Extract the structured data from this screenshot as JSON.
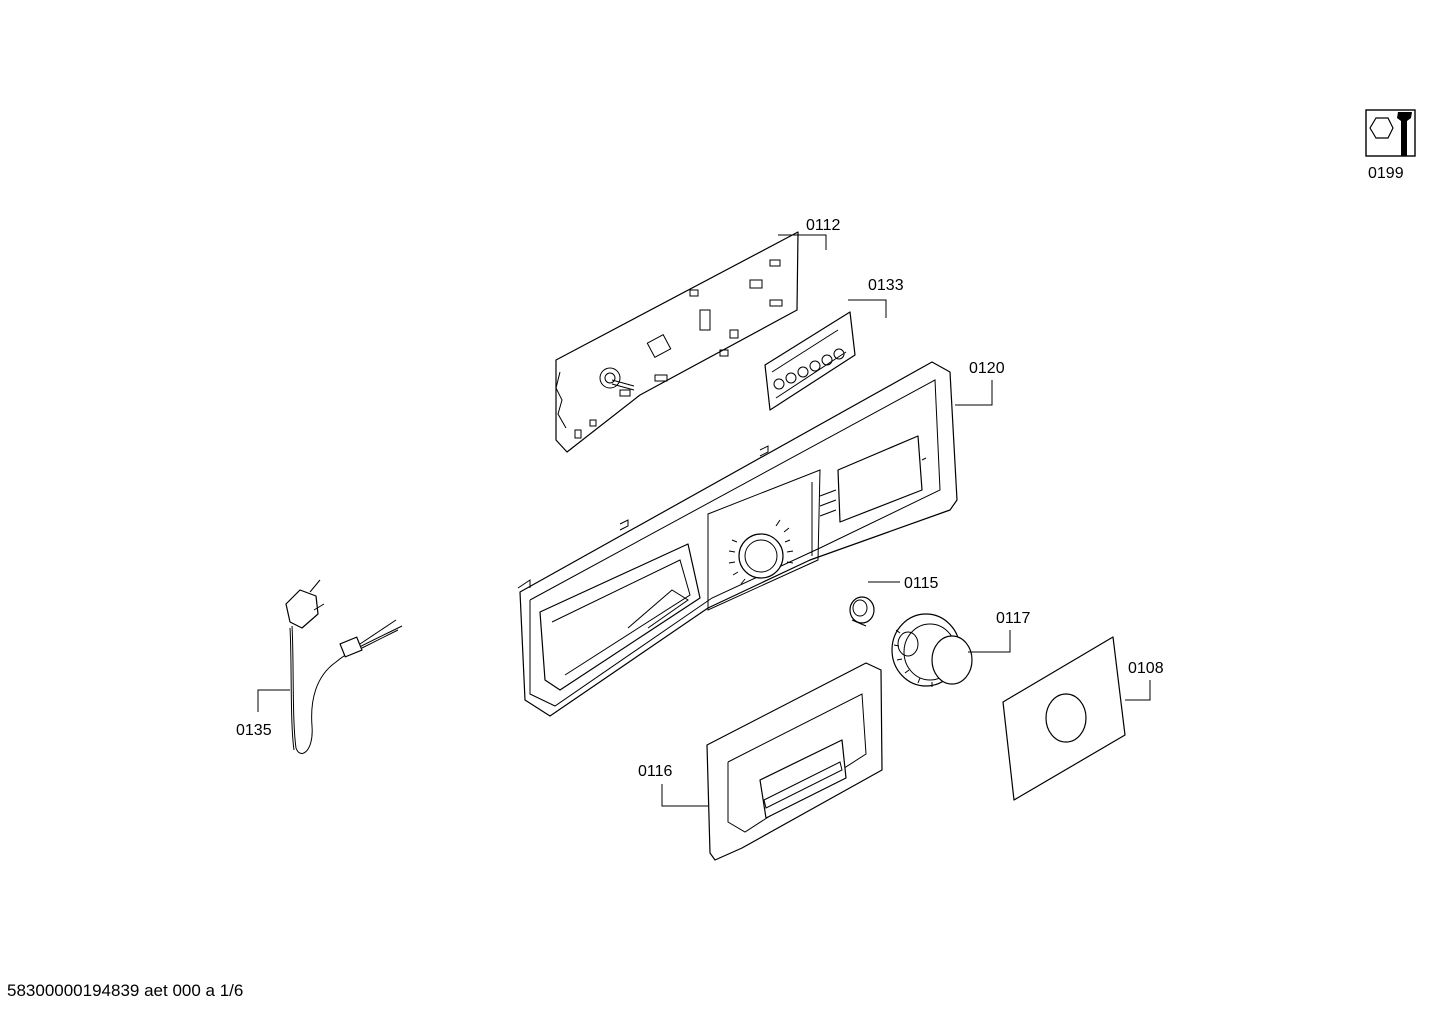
{
  "parts": {
    "p0199": {
      "label": "0199",
      "icon": "service-tool-icon"
    },
    "p0112": {
      "label": "0112"
    },
    "p0133": {
      "label": "0133"
    },
    "p0120": {
      "label": "0120"
    },
    "p0115": {
      "label": "0115"
    },
    "p0117": {
      "label": "0117"
    },
    "p0108": {
      "label": "0108"
    },
    "p0135": {
      "label": "0135"
    },
    "p0116": {
      "label": "0116"
    }
  },
  "footer": {
    "text": "58300000194839 aet 000 a 1/6"
  }
}
